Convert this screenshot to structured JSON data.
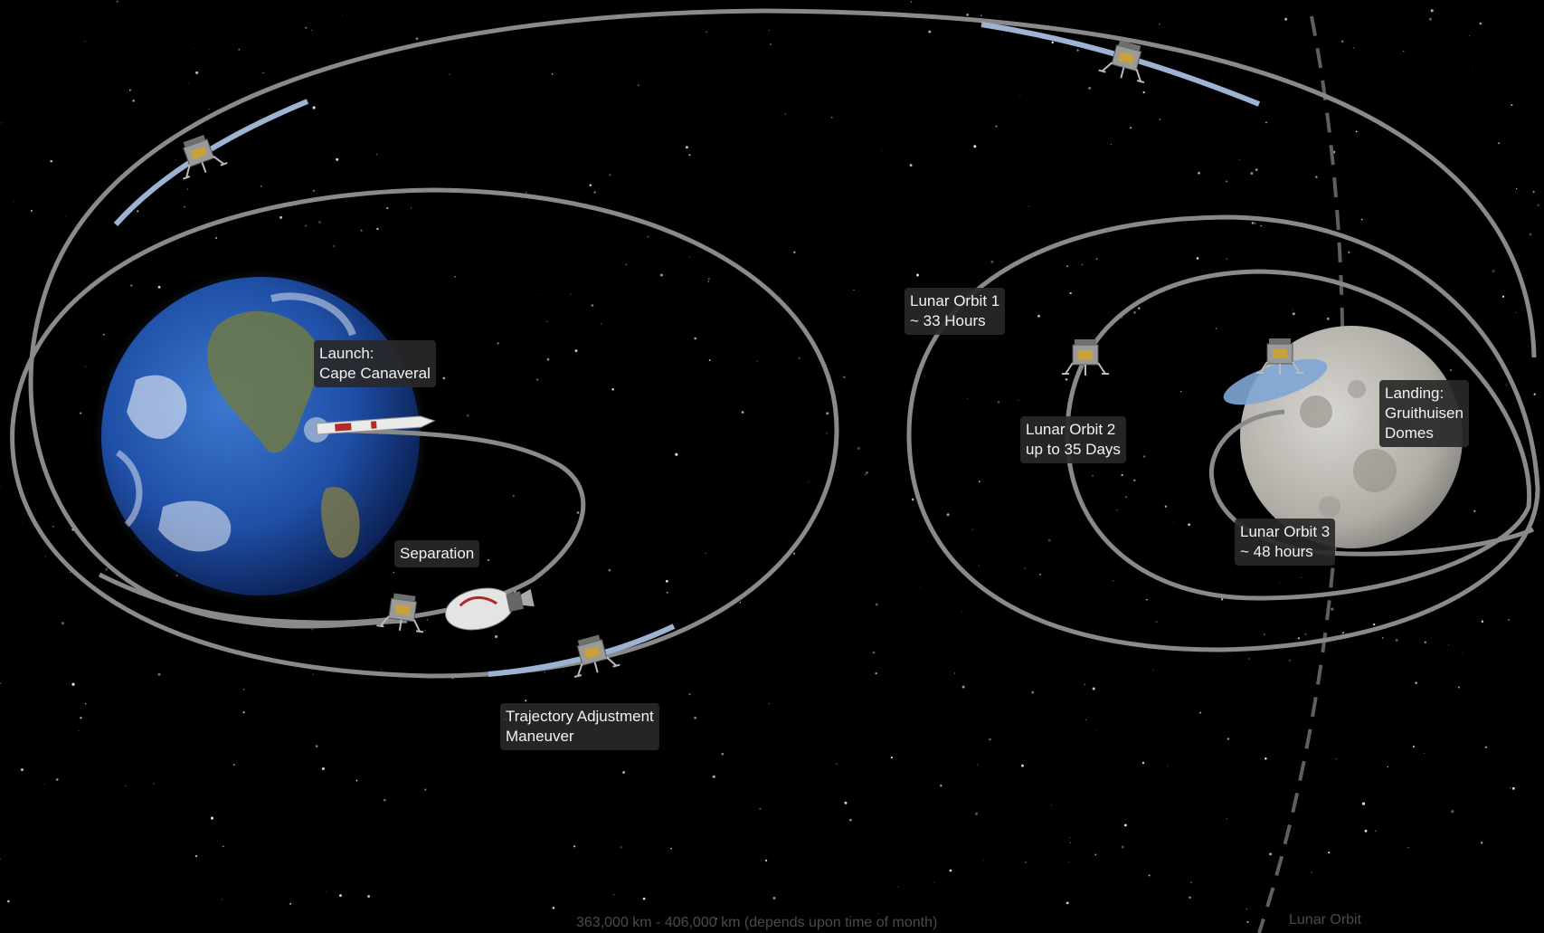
{
  "labels": {
    "launch": [
      "Launch:",
      "Cape Canaveral"
    ],
    "separation": [
      "Separation"
    ],
    "trajectory": [
      "Trajectory Adjustment",
      "Maneuver"
    ],
    "lunar_orbit_1": [
      "Lunar Orbit 1",
      "~ 33 Hours"
    ],
    "lunar_orbit_2": [
      "Lunar Orbit 2",
      "up to 35 Days"
    ],
    "lunar_orbit_3": [
      "Lunar Orbit 3",
      "~ 48 hours"
    ],
    "landing": [
      "Landing:",
      "Gruithuisen",
      "Domes"
    ]
  },
  "captions": {
    "distance": "363,000 km - 406,000 km (depends upon time of month)",
    "lunar_orbit": "Lunar Orbit"
  },
  "colors": {
    "background": "#000000",
    "orbit_path": "#8a8a8a",
    "burn_segment": "#9db3d4",
    "earth_ocean": "#1f4fa6",
    "moon_surface": "#b9b6b0",
    "landing_site": "#7fa6d6",
    "label_bg": "#282828",
    "label_text": "#f2f2f2"
  },
  "icons": [
    "earth-icon",
    "moon-icon",
    "rocket-icon",
    "lander-icon",
    "upper-stage-icon"
  ]
}
